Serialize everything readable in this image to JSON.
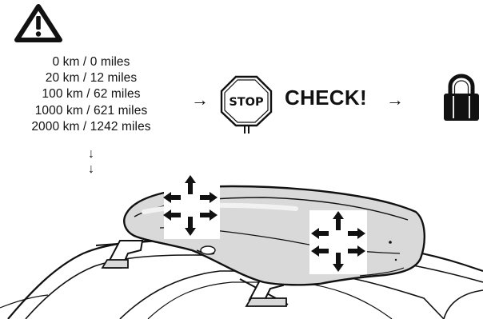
{
  "icons": {
    "warning": "warning-triangle-icon",
    "stop": "stop-sign-icon",
    "lock": "padlock-icon",
    "shake_arrows": "move-arrows-icon"
  },
  "distances": [
    "0 km / 0 miles",
    "20 km / 12 miles",
    "100 km / 62 miles",
    "1000 km / 621 miles",
    "2000 km / 1242 miles"
  ],
  "down_arrows": [
    "↓",
    "↓"
  ],
  "flow": {
    "arrow_1": "→",
    "stop_label": "STOP",
    "check_label": "CHECK!",
    "arrow_2": "→"
  },
  "colors": {
    "ink": "#111111",
    "box_fill": "#d9d9d9",
    "box_highlight": "#f2f2f2",
    "background": "#ffffff"
  }
}
